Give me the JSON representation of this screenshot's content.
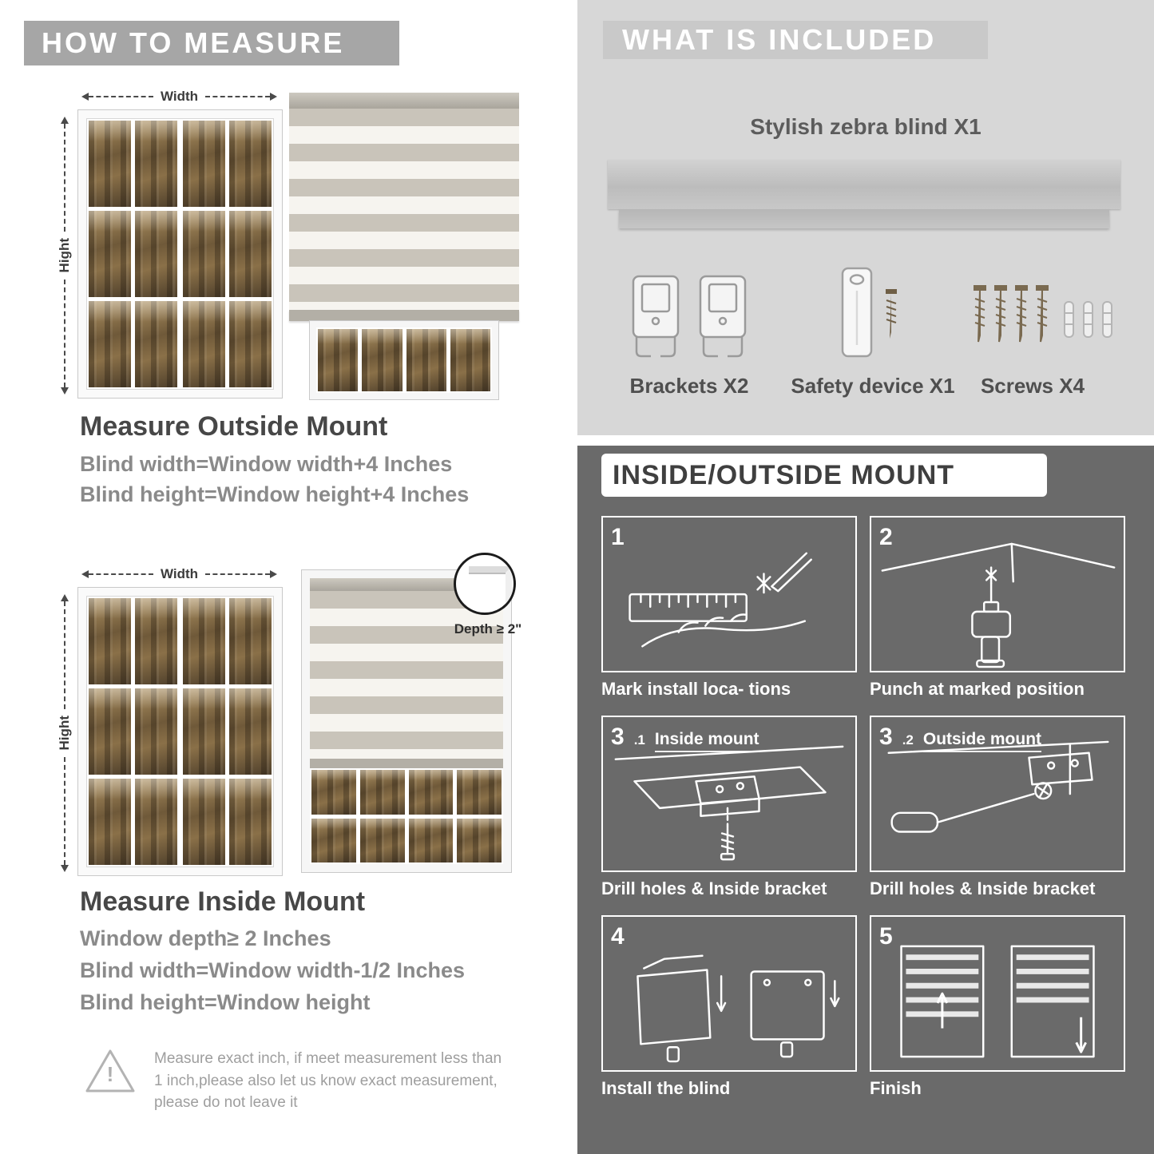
{
  "left": {
    "header": "HOW TO MEASURE",
    "outside": {
      "width_label": "Width",
      "height_label": "Hight",
      "title": "Measure Outside Mount",
      "lines": [
        "Blind width=Window width+4 Inches",
        "Blind height=Window height+4 Inches"
      ]
    },
    "inside": {
      "width_label": "Width",
      "height_label": "Hight",
      "depth_callout": "Depth ≥ 2\"",
      "title": "Measure Inside Mount",
      "lines": [
        "Window depth≥ 2 Inches",
        "Blind width=Window width-1/2 Inches",
        "Blind height=Window height"
      ]
    },
    "warning_mark": "!",
    "warning_text": "Measure exact inch, if meet measurement less than 1 inch,please also let us know exact measurement, please do not leave it"
  },
  "right": {
    "included": {
      "header": "WHAT IS INCLUDED",
      "product_label": "Stylish zebra blind X1",
      "items": [
        {
          "label": "Brackets X2"
        },
        {
          "label": "Safety device X1"
        },
        {
          "label": "Screws X4"
        }
      ]
    },
    "mount": {
      "header": "INSIDE/OUTSIDE MOUNT",
      "steps": [
        {
          "num": "1",
          "sub": "",
          "label": "",
          "caption": "Mark install loca- tions"
        },
        {
          "num": "2",
          "sub": "",
          "label": "",
          "caption": "Punch at  marked position"
        },
        {
          "num": "3",
          "sub": ".1",
          "label": "Inside mount",
          "caption": "Drill holes &  Inside bracket"
        },
        {
          "num": "3",
          "sub": ".2",
          "label": "Outside mount",
          "caption": "Drill holes &  Inside bracket"
        },
        {
          "num": "4",
          "sub": "",
          "label": "",
          "caption": "Install the blind"
        },
        {
          "num": "5",
          "sub": "",
          "label": "",
          "caption": "Finish"
        }
      ]
    }
  },
  "colors": {
    "left_header_bg": "#a6a6a6",
    "right_top_bg": "#d7d7d7",
    "right_bottom_bg": "#6a6a6a",
    "stripe_gray": "#c9c4ba",
    "stripe_cream": "#f6f4ef"
  }
}
